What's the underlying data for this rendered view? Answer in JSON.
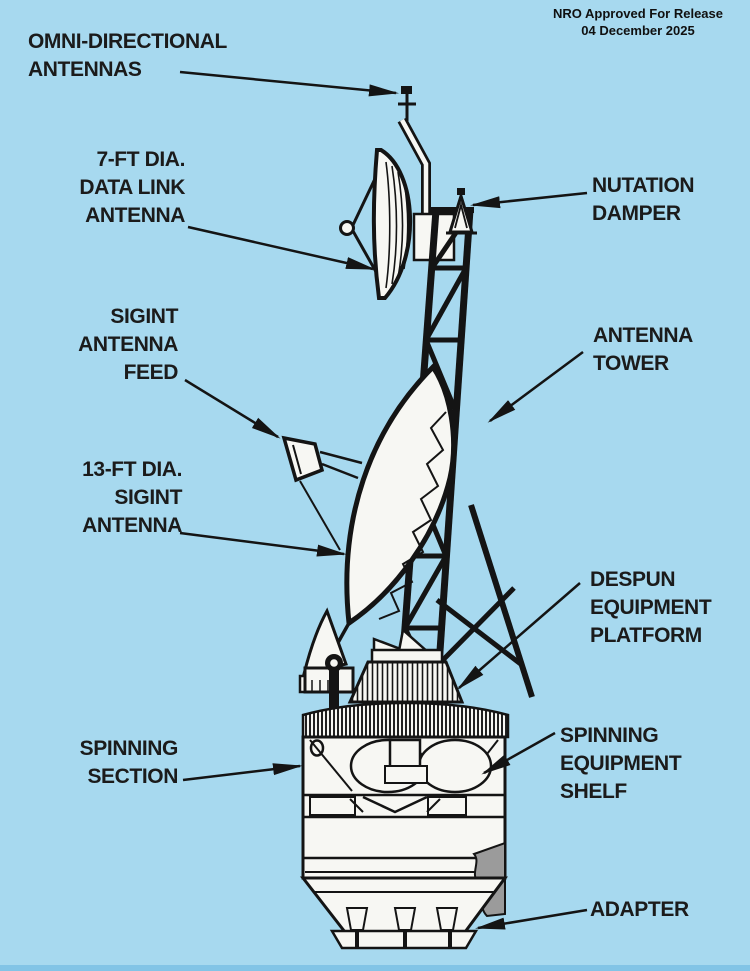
{
  "approval": {
    "line1": "NRO Approved For Release",
    "line2": "04 December 2025"
  },
  "labels": {
    "omni": {
      "line1": "OMNI-DIRECTIONAL",
      "line2": "ANTENNAS"
    },
    "datalink": {
      "line1": "7-FT DIA.",
      "line2": "DATA LINK",
      "line3": "ANTENNA"
    },
    "sigint_feed": {
      "line1": "SIGINT",
      "line2": "ANTENNA",
      "line3": "FEED"
    },
    "sigint_antenna": {
      "line1": "13-FT DIA.",
      "line2": "SIGINT",
      "line3": "ANTENNA"
    },
    "spinning_section": {
      "line1": "SPINNING",
      "line2": "SECTION"
    },
    "nutation_damper": {
      "line1": "NUTATION",
      "line2": "DAMPER"
    },
    "antenna_tower": {
      "line1": "ANTENNA",
      "line2": "TOWER"
    },
    "despun_platform": {
      "line1": "DESPUN",
      "line2": "EQUIPMENT",
      "line3": "PLATFORM"
    },
    "spinning_shelf": {
      "line1": "SPINNING",
      "line2": "EQUIPMENT",
      "line3": "SHELF"
    },
    "adapter": {
      "line1": "ADAPTER"
    }
  },
  "colors": {
    "background": "#a7d9ef",
    "ink": "#141414",
    "paper_white": "#f7f7f3",
    "shade_gray": "#9b9b9b",
    "bottom_edge": "#82c4e6"
  },
  "parts": [
    "omni-directional-antennas-icon",
    "data-link-dish-icon",
    "nutation-damper-icon",
    "antenna-tower-icon",
    "sigint-feed-horn-icon",
    "sigint-dish-icon",
    "despun-equipment-platform-icon",
    "spinning-section-body-icon",
    "spinning-equipment-shelf-icon",
    "adapter-skirt-icon"
  ]
}
